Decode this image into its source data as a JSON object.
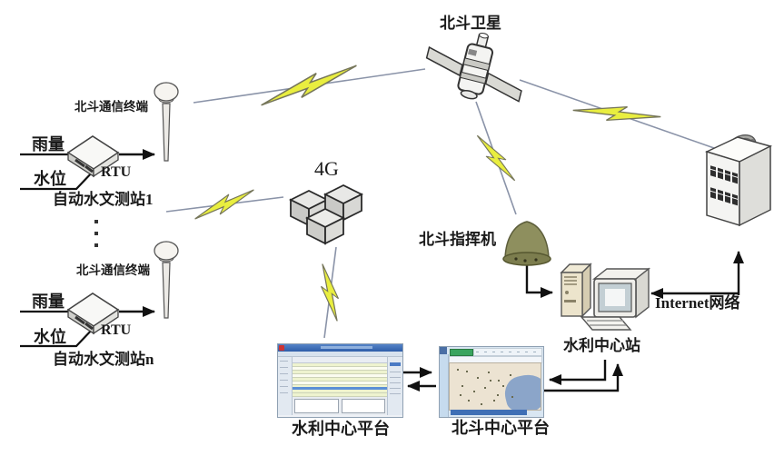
{
  "colors": {
    "background": "#ffffff",
    "lightning_yellow": "#e9ee3f",
    "lightning_outline": "#76765a",
    "connector_gray": "#8a93a8",
    "arrow_black": "#1a1a1a",
    "commander_olive": "#8e8f5e",
    "tower_beige": "#ece4cc",
    "titlebar_blue": "#2e5da8",
    "map_beige": "#ece3d2",
    "lake_blue": "#8ba5c9",
    "green_button": "#3aa45f"
  },
  "nodes": {
    "satellite": {
      "label": "北斗卫星"
    },
    "station_1": {
      "terminal_label": "北斗通信终端",
      "rain_label": "雨量",
      "water_label": "水位",
      "rtu_label": "RTU",
      "name": "自动水文测站1"
    },
    "station_n": {
      "terminal_label": "北斗通信终端",
      "rain_label": "雨量",
      "water_label": "水位",
      "rtu_label": "RTU",
      "name": "自动水文测站n"
    },
    "cellular": {
      "label": "4G"
    },
    "commander": {
      "label": "北斗指挥机"
    },
    "internet": {
      "label": "Internet网络"
    },
    "center_station": {
      "label": "水利中心站"
    },
    "water_platform": {
      "label": "水利中心平台"
    },
    "beidou_platform": {
      "label": "北斗中心平台"
    }
  }
}
